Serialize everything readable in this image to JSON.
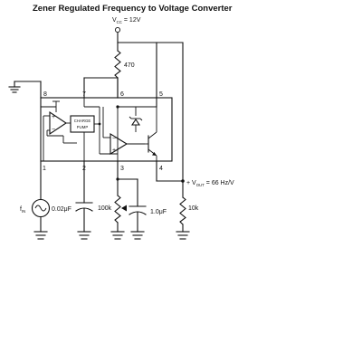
{
  "diagram": {
    "title": "Zener Regulated Frequency to Voltage Converter",
    "vcc_label_prefix": "V",
    "vcc_label_sub": "CC",
    "vcc_label_value": "= 12V",
    "r_top": "470",
    "pins": {
      "p1": "1",
      "p2": "2",
      "p3": "3",
      "p4": "4",
      "p5": "5",
      "p6": "6",
      "p7": "7",
      "p8": "8"
    },
    "charge_pump_line1": "CHARGE",
    "charge_pump_line2": "PUMP",
    "plus_sign": "+",
    "minus_sign": "−",
    "vout_prefix": "+ V",
    "vout_sub": "OUT",
    "vout_value": "= 66 Hz/V",
    "fin_prefix": "f",
    "fin_sub": "IN",
    "cap_in": "0.02μF",
    "r_pin3": "100k",
    "cap_pin3": "1.0μF",
    "r_out": "10k"
  }
}
